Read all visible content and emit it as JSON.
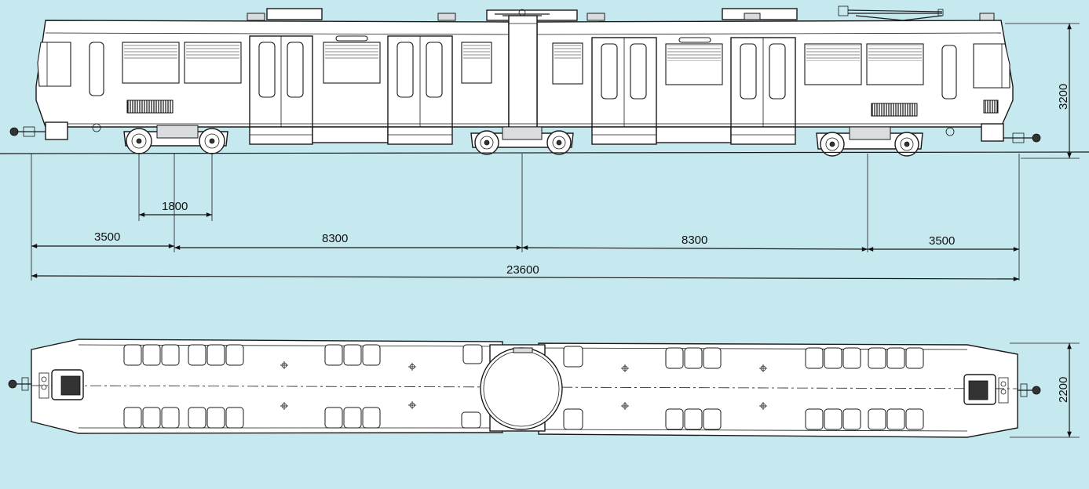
{
  "drawing": {
    "side_view": {
      "dimensions": {
        "height": "3200",
        "bogie_wheelbase": "1800",
        "overhang_left": "3500",
        "bogie_spacing_left": "8300",
        "bogie_spacing_right": "8300",
        "overhang_right": "3500",
        "total_length": "23600"
      }
    },
    "plan_view": {
      "dimensions": {
        "width": "2200"
      }
    },
    "colors": {
      "background": "#c6e8ef",
      "line": "#1a1a1a",
      "vehicle": "#ffffff"
    }
  }
}
